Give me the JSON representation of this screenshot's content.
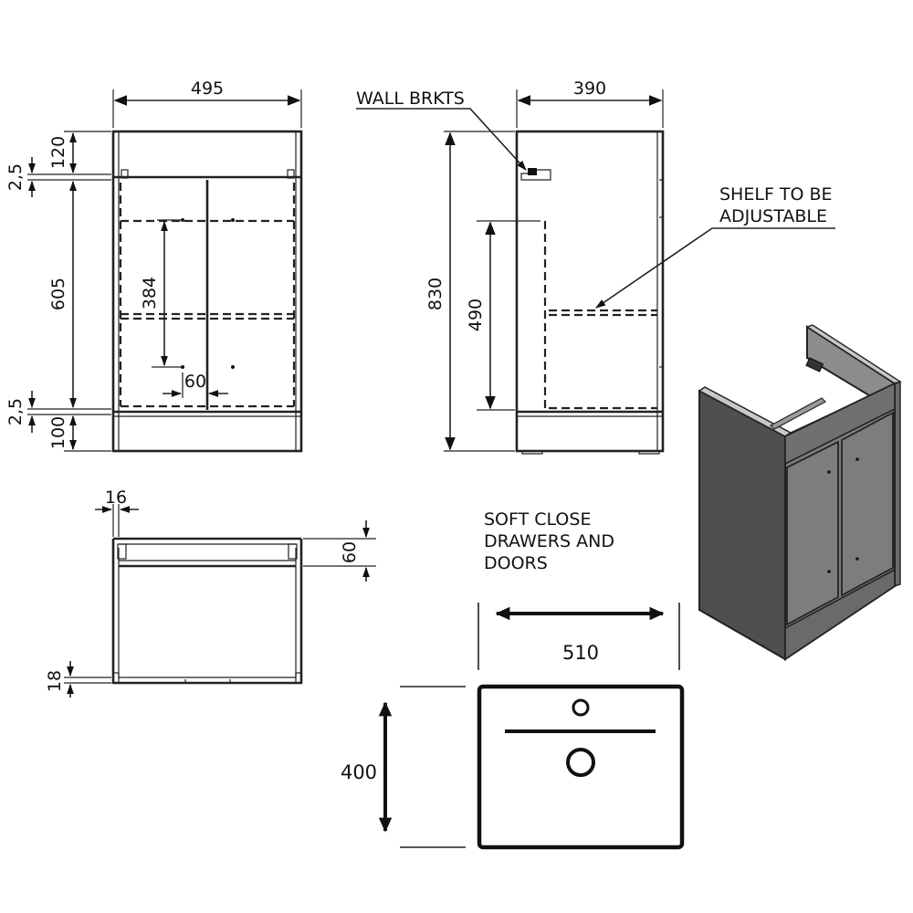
{
  "front_view": {
    "width": "495",
    "top_rail": "120",
    "gap_top": "2,5",
    "door_height": "605",
    "gap_bottom": "2,5",
    "plinth": "100",
    "handle_spacing": "384",
    "handle_offset": "60"
  },
  "side_view": {
    "depth": "390",
    "height": "830",
    "shelf_height": "490",
    "wall_brackets_label": "WALL BRKTS",
    "shelf_note_line1": "SHELF TO BE",
    "shelf_note_line2": "ADJUSTABLE"
  },
  "plan_view": {
    "panel_thickness": "16",
    "rail_depth": "60",
    "base_thickness": "18"
  },
  "notes": {
    "soft_close_line1": "SOFT CLOSE",
    "soft_close_line2": "DRAWERS AND",
    "soft_close_line3": "DOORS"
  },
  "basin": {
    "width": "510",
    "depth": "400"
  },
  "colors": {
    "line": "#222222",
    "cabinet_fill": "#7d7d7d",
    "cabinet_dark": "#4a4a4a",
    "background": "#ffffff"
  }
}
